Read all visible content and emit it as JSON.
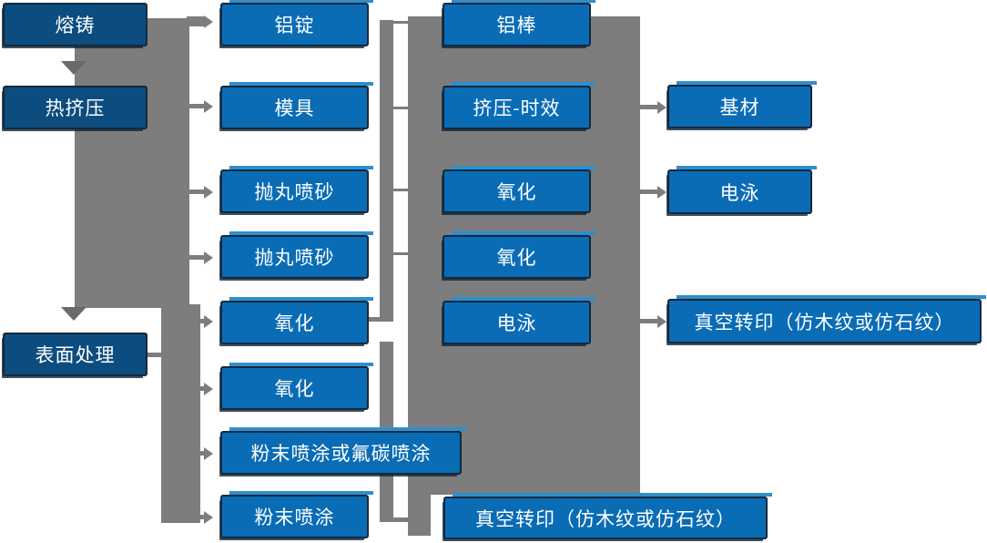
{
  "nodes": {
    "melt_casting": "熔铸",
    "hot_extrusion": "热挤压",
    "surface_treatment": "表面处理",
    "aluminum_ingot": "铝锭",
    "mold": "模具",
    "shot_blasting_1": "抛丸喷砂",
    "shot_blasting_2": "抛丸喷砂",
    "oxidation_a": "氧化",
    "oxidation_b": "氧化",
    "powder_or_fluorocarbon": "粉末喷涂或氟碳喷涂",
    "powder_coating": "粉末喷涂",
    "aluminum_rod": "铝棒",
    "extrusion_aging": "挤压-时效",
    "oxidation_c": "氧化",
    "oxidation_d": "氧化",
    "electrophoresis_1": "电泳",
    "vacuum_transfer_bottom": "真空转印（仿木纹或仿石纹）",
    "base_material": "基材",
    "electrophoresis_2": "电泳",
    "vacuum_transfer_right": "真空转印（仿木纹或仿石纹）"
  },
  "colors": {
    "box_blue": "#0a6cb5",
    "box_dark_blue": "#0d4c7e",
    "border_navy": "#13293c",
    "accent_light_blue": "#2f8ecd",
    "connector_gray": "#7d7d7d",
    "arrow_dark_gray": "#6a6a6a",
    "text_white": "#ffffff",
    "background": "#ffffff"
  }
}
